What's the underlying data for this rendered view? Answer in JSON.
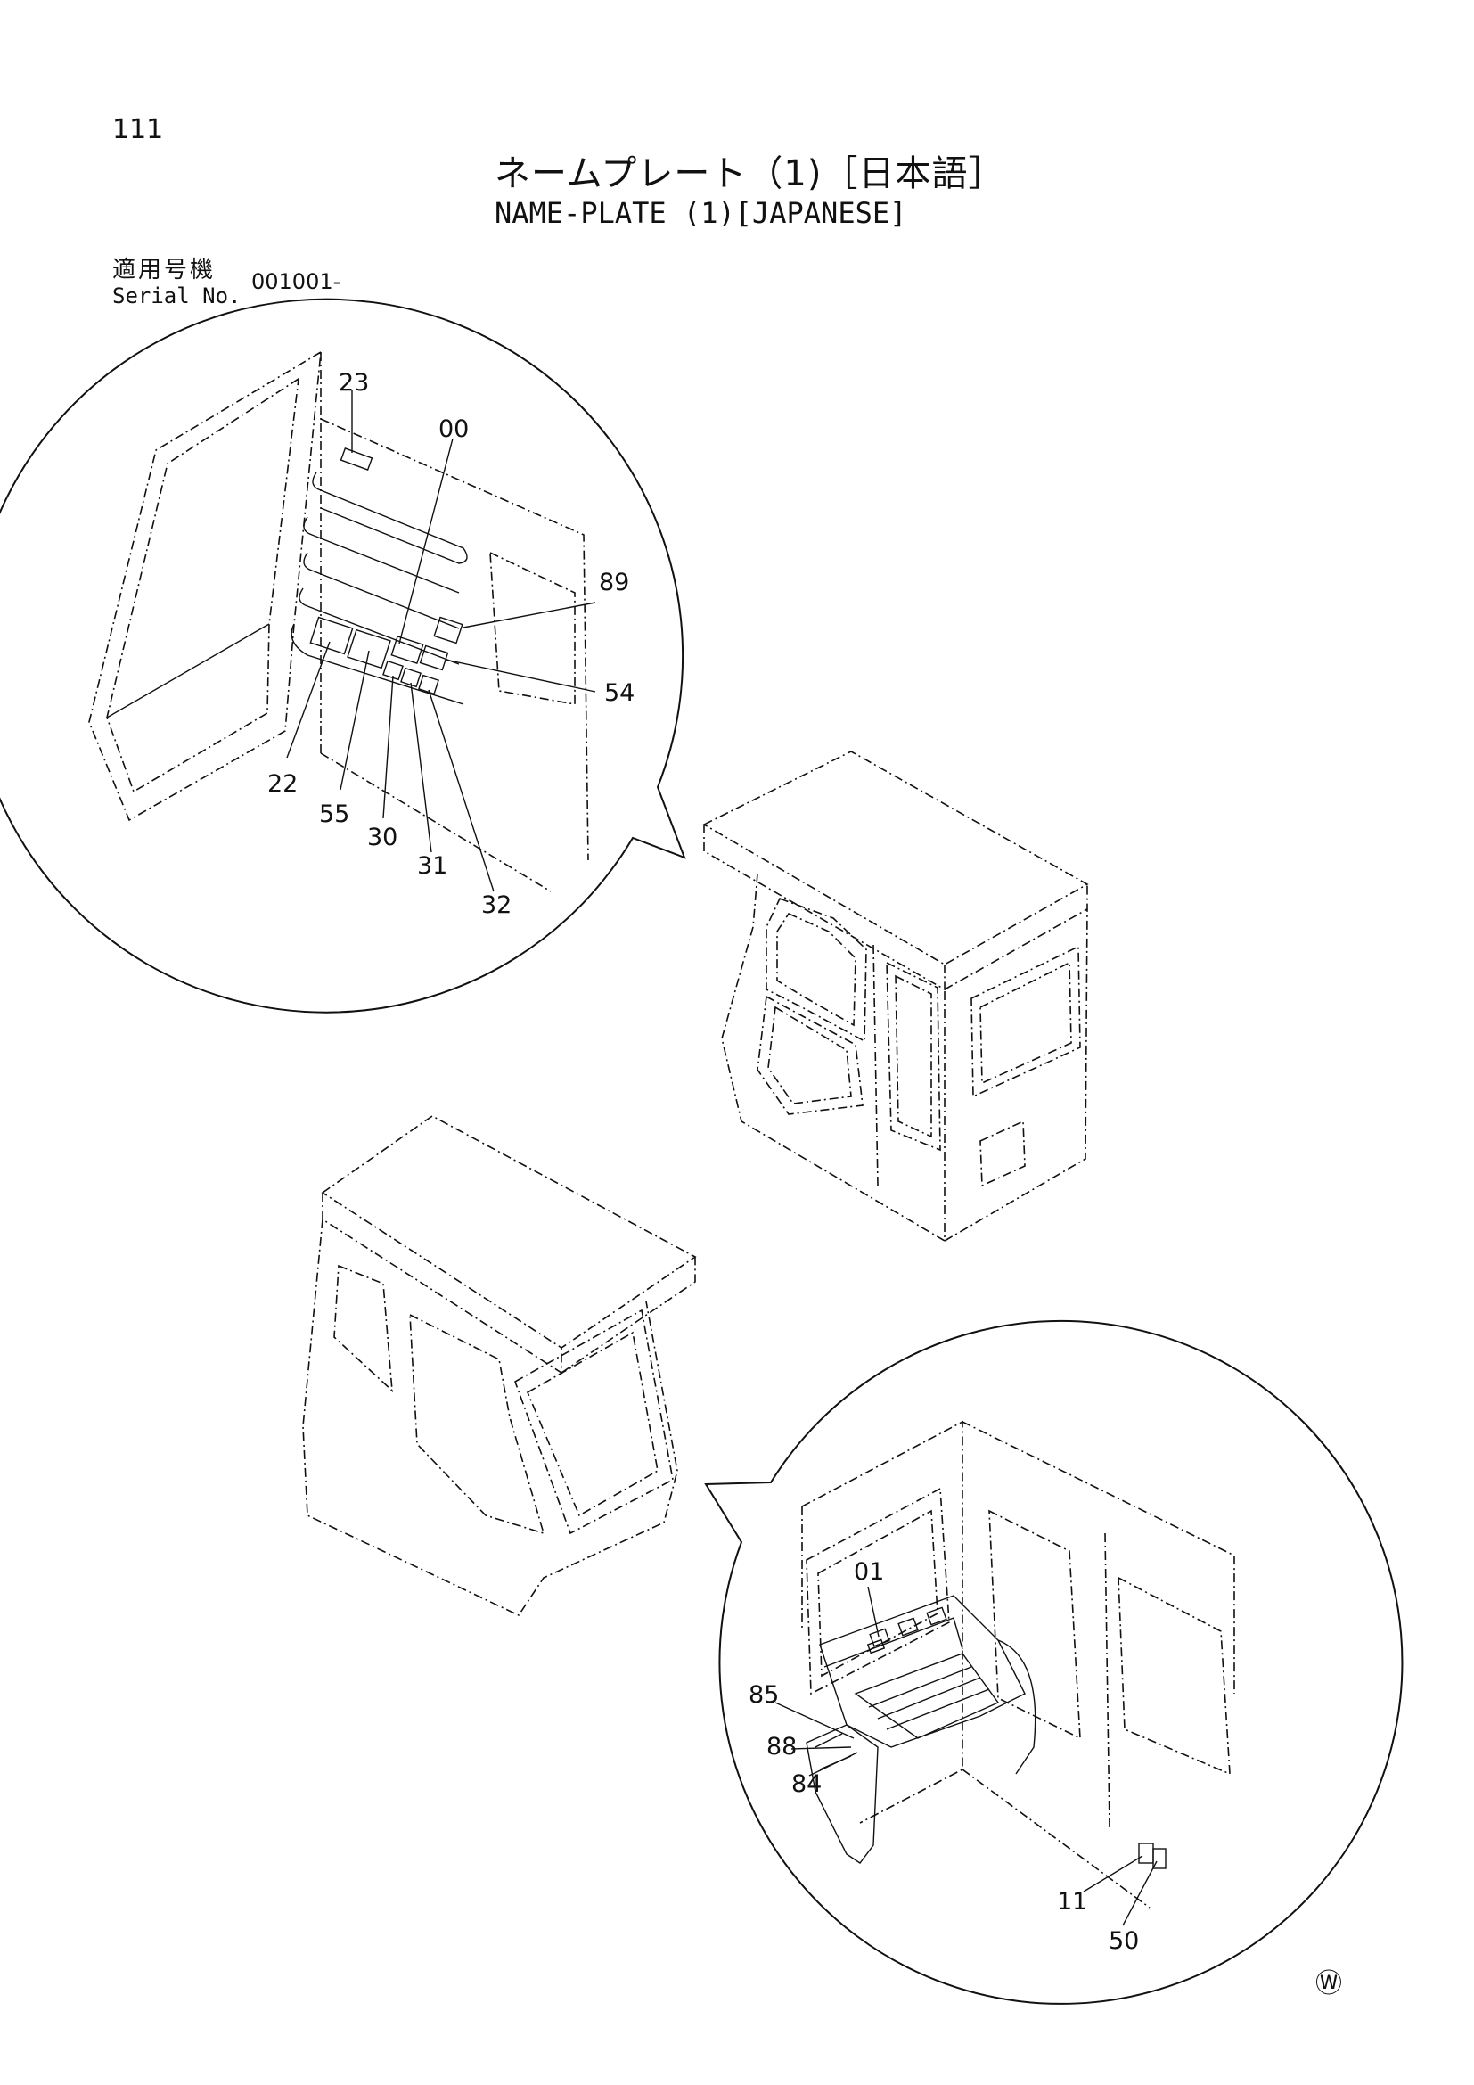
{
  "page": {
    "number": "111",
    "title_jp": "ネームプレート（1)［日本語］",
    "title_en": "NAME-PLATE (1)[JAPANESE]",
    "serial_label_jp": "適用号機",
    "serial_label_en": "Serial No.",
    "serial_value": "001001-",
    "corner_mark": "Ⓦ"
  },
  "callouts_top": [
    "23",
    "00",
    "89",
    "54",
    "22",
    "55",
    "30",
    "31",
    "32"
  ],
  "callouts_bottom": [
    "01",
    "85",
    "88",
    "84",
    "11",
    "50"
  ]
}
